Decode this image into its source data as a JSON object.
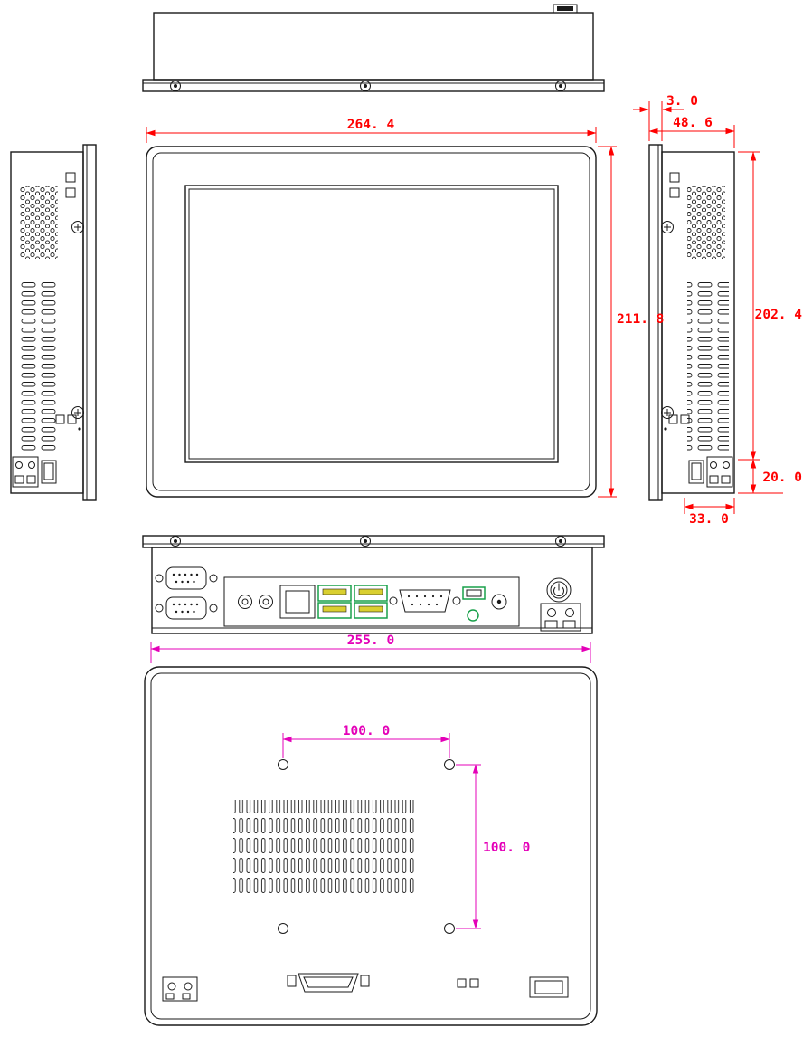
{
  "drawing": {
    "dims": {
      "front_width": "264. 4",
      "front_height": "211. 8",
      "bezel_thickness": "3. 0",
      "depth": "48. 6",
      "body_height": "202. 4",
      "bottom_section": "20. 0",
      "side_connector": "33. 0",
      "rear_width": "255. 0",
      "vesa_width": "100. 0",
      "vesa_height": "100. 0"
    },
    "colors": {
      "dimension_red": "#ff0000",
      "dimension_magenta": "#e400b8",
      "outline_black": "#1a1a1a",
      "port_green": "#18a04a",
      "usb_tongue_yellow": "#d9cf30",
      "background": "#ffffff"
    }
  }
}
